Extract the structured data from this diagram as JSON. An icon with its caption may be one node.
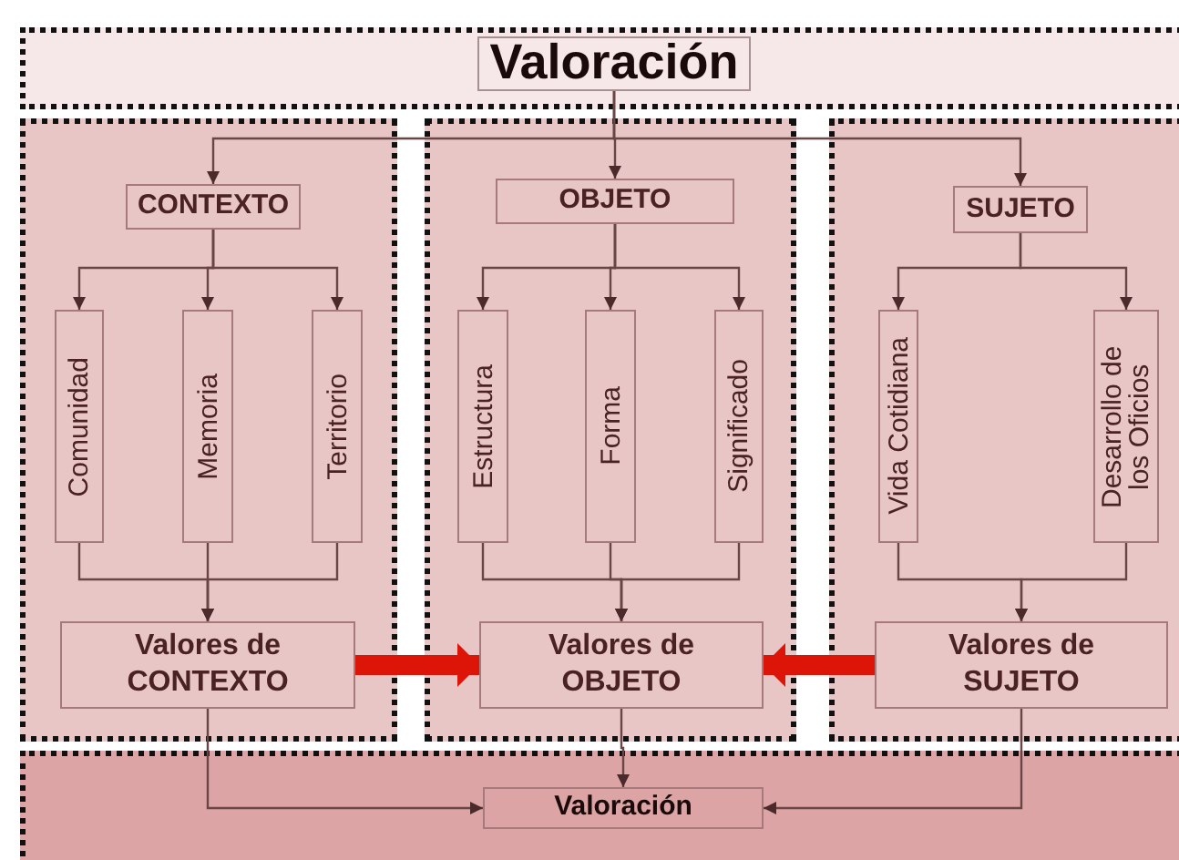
{
  "diagram": {
    "nodes": [
      {
        "text": [],
        "shape": "box"
      },
      {
        "text": [
          "Valoración"
        ],
        "in": 0
      },
      {
        "text": [],
        "shape": "box"
      },
      {
        "text": [
          "CONTEXTO"
        ],
        "in": 2
      },
      {
        "text": [
          "Comunidad"
        ],
        "in": 2
      },
      {
        "text": [
          "Memoria"
        ],
        "in": 2
      },
      {
        "text": [
          "Territorio"
        ],
        "in": 2
      },
      {
        "text": [
          "Valores de CONTEXTO"
        ],
        "in": 2
      },
      {
        "text": [],
        "shape": "box"
      },
      {
        "text": [
          "OBJETO"
        ],
        "in": 8
      },
      {
        "text": [
          "Estructura"
        ],
        "in": 8
      },
      {
        "text": [
          "Forma"
        ],
        "in": 8
      },
      {
        "text": [
          "Significado"
        ],
        "in": 8
      },
      {
        "text": [
          "Valores de OBJETO"
        ],
        "in": 8
      },
      {
        "text": [],
        "shape": "box"
      },
      {
        "text": [
          "SUJETO"
        ],
        "in": 14
      },
      {
        "text": [
          "Vida Cotidiana"
        ],
        "in": 14
      },
      {
        "text": [
          "Desarrollo de los Oficios"
        ],
        "in": 14
      },
      {
        "text": [
          "Valores de SUJETO"
        ],
        "in": 14
      },
      {
        "text": [],
        "shape": "box"
      },
      {
        "text": [
          "Valoración"
        ],
        "in": 19
      }
    ],
    "edges": [
      {
        "from": 1,
        "to": 3,
        "arrow": "to"
      },
      {
        "from": 1,
        "to": 9,
        "arrow": "to"
      },
      {
        "from": 1,
        "to": 15,
        "arrow": "to"
      },
      {
        "from": 3,
        "to": 4,
        "arrow": "to"
      },
      {
        "from": 3,
        "to": 5,
        "arrow": "to"
      },
      {
        "from": 3,
        "to": 6,
        "arrow": "to"
      },
      {
        "from": 4,
        "to": 7,
        "arrow": "to"
      },
      {
        "from": 5,
        "to": 7,
        "arrow": "to"
      },
      {
        "from": 6,
        "to": 7,
        "arrow": "to"
      },
      {
        "from": 9,
        "to": 10,
        "arrow": "to"
      },
      {
        "from": 9,
        "to": 11,
        "arrow": "to"
      },
      {
        "from": 9,
        "to": 12,
        "arrow": "to"
      },
      {
        "from": 10,
        "to": 13,
        "arrow": "to"
      },
      {
        "from": 11,
        "to": 13,
        "arrow": "to"
      },
      {
        "from": 12,
        "to": 13,
        "arrow": "to"
      },
      {
        "from": 15,
        "to": 16,
        "arrow": "to"
      },
      {
        "from": 15,
        "to": 17,
        "arrow": "to"
      },
      {
        "from": 16,
        "to": 18,
        "arrow": "to"
      },
      {
        "from": 17,
        "to": 18,
        "arrow": "to"
      },
      {
        "from": 7,
        "to": 13,
        "arrow": "to",
        "style": "thick",
        "color": "#dd1408"
      },
      {
        "from": 18,
        "to": 13,
        "arrow": "to",
        "style": "thick",
        "color": "#dd1408"
      },
      {
        "from": 7,
        "to": 20,
        "arrow": "to"
      },
      {
        "from": 13,
        "to": 20,
        "arrow": "to"
      },
      {
        "from": 18,
        "to": 20,
        "arrow": "to"
      }
    ]
  }
}
